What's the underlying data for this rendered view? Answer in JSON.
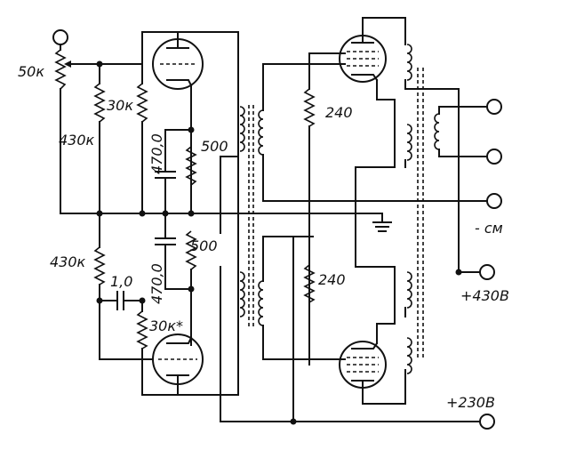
{
  "labels": {
    "pot": "50к",
    "r_grid_top": "430к",
    "r_load_top": "30к",
    "c_top": "470,0",
    "r_cath_top": "500",
    "r_grid_bot": "430к",
    "c_coupling": "1,0",
    "c_bot": "470,0",
    "r_cath_bot": "500",
    "r_load_bot": "30к*",
    "r_out_top": "240",
    "r_out_bot": "240",
    "bias": "- см",
    "hv": "+430В",
    "lv": "+230В"
  }
}
